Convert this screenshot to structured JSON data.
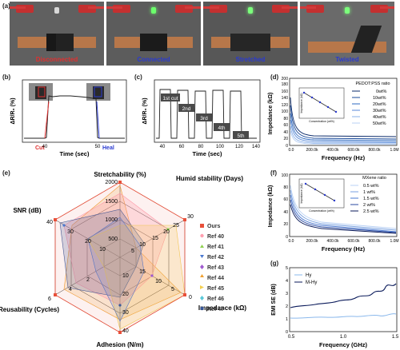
{
  "panels": {
    "a": {
      "letter": "(a)",
      "labels": [
        "Disconnected",
        "Connected",
        "Stretched",
        "Twisted"
      ],
      "label_colors": [
        "#e03030",
        "#2a3ad0",
        "#2a3ad0",
        "#2a3ad0"
      ]
    },
    "b": {
      "letter": "(b)",
      "ylabel": "ΔR/R₀ (%)",
      "xlabel": "Time (sec)",
      "xticks": [
        "40",
        "50"
      ],
      "annot_cut": "Cut",
      "annot_heal": "Heal"
    },
    "c": {
      "letter": "(c)",
      "ylabel": "ΔR/R₀ (%)",
      "xlabel": "Time (sec)",
      "xticks": [
        "40",
        "60",
        "80",
        "100",
        "120",
        "140"
      ],
      "cut_labels": [
        "1st cut",
        "2nd",
        "3rd",
        "4th",
        "5th"
      ]
    },
    "d": {
      "letter": "(d)",
      "ylabel": "Impedance (kΩ)",
      "xlabel": "Frequency (Hz)",
      "yticks": [
        "0",
        "20",
        "40",
        "60",
        "80",
        "100",
        "120",
        "140",
        "160",
        "180",
        "200"
      ],
      "xticks": [
        "0.0",
        "200.0k",
        "400.0k",
        "600.0k",
        "800.0k",
        "1.0M"
      ],
      "legend_title": "PEDOT:PSS ratio",
      "legend": [
        "0wt%",
        "10wt%",
        "20wt%",
        "30wt%",
        "40wt%",
        "50wt%"
      ],
      "inset_ylabel": "Impedance (kΩ)",
      "inset_xlabel": "Concentration (wt%)"
    },
    "e": {
      "letter": "(e)",
      "axes": [
        "Stretchability (%)",
        "Humid stability (Days)",
        "Impedance (kΩ)",
        "Adhesion (N/m)",
        "Reusability (Cycles)",
        "SNR (dB)"
      ],
      "stretch_ticks": [
        "2000",
        "1500",
        "1000",
        "500"
      ],
      "humid_ticks": [
        "30",
        "25",
        "20",
        "15",
        "10",
        "5"
      ],
      "imp_ticks": [
        "15",
        "10",
        "5",
        "0"
      ],
      "adh_ticks": [
        "40",
        "30",
        "20",
        "10"
      ],
      "reus_ticks": [
        "6",
        "4",
        "2"
      ],
      "snr_ticks": [
        "40",
        "30",
        "20",
        "10"
      ],
      "legend": [
        "Ours",
        "Ref 40",
        "Ref 41",
        "Ref 42",
        "Ref 43",
        "Ref 44",
        "Ref 45",
        "Ref 46",
        "Ref 47"
      ],
      "legend_colors": [
        "#e8503a",
        "#ff9fb0",
        "#8fd14f",
        "#4a78d0",
        "#a05ad0",
        "#f0a030",
        "#f4d050",
        "#5ac8d8",
        "#3a5a9a"
      ]
    },
    "f": {
      "letter": "(f)",
      "ylabel": "Impedance (kΩ)",
      "xlabel": "Frequency (Hz)",
      "yticks": [
        "0",
        "20",
        "40",
        "60",
        "80",
        "100"
      ],
      "xticks": [
        "0.0",
        "200.0k",
        "400.0k",
        "600.0k",
        "800.0k",
        "1.0M"
      ],
      "legend_title": "MXene ratio",
      "legend": [
        "0.5 wt%",
        "1 wt%",
        "1.5 wt%",
        "2 wt%",
        "2.5 wt%"
      ],
      "inset_ylabel": "Impedance (kΩ)",
      "inset_xlabel": "Concentration (wt%)"
    },
    "g": {
      "letter": "(g)",
      "ylabel": "EMI SE (dB)",
      "xlabel": "Frequency (GHz)",
      "yticks": [
        "0",
        "1",
        "2",
        "3",
        "4",
        "5"
      ],
      "xticks": [
        "0.5",
        "1.0",
        "1.5"
      ],
      "legend": [
        "Hy",
        "M-Hy"
      ]
    }
  }
}
